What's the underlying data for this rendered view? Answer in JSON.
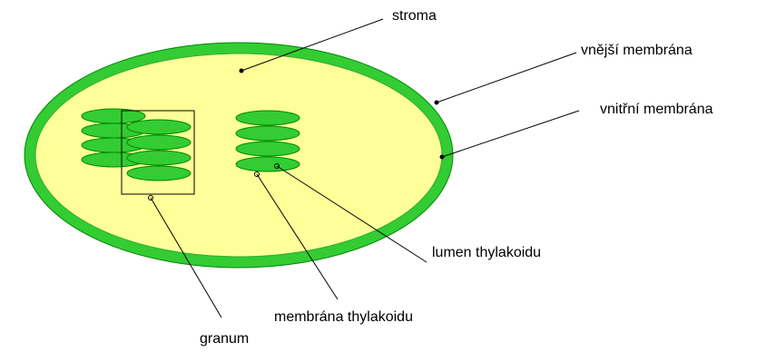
{
  "diagram": {
    "colors": {
      "outer_membrane": "#33cc33",
      "stroma": "#ffff99",
      "thylakoid_fill": "#33cc33",
      "thylakoid_stroke": "#008800",
      "line": "#000000",
      "background": "#ffffff"
    },
    "labels": {
      "stroma": "stroma",
      "outer_membrane": "vnější membrána",
      "inner_membrane": "vnitřní membrána",
      "lumen": "lumen thylakoidu",
      "thylakoid_membrane": "membrána thylakoidu",
      "granum": "granum"
    }
  }
}
